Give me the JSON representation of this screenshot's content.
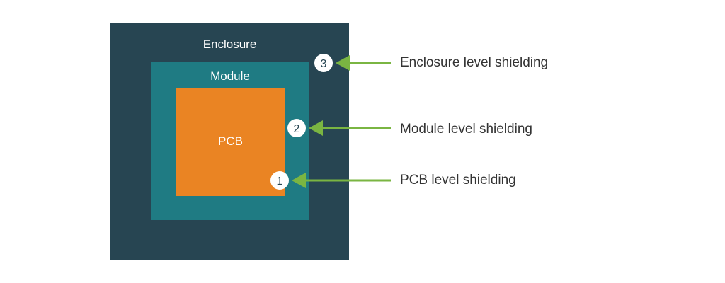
{
  "diagram": {
    "layers": {
      "enclosure": {
        "label": "Enclosure",
        "color": "#274552"
      },
      "module": {
        "label": "Module",
        "color": "#1f7b83"
      },
      "pcb": {
        "label": "PCB",
        "color": "#ea8423"
      }
    },
    "callouts": [
      {
        "number": "3",
        "text": "Enclosure level shielding"
      },
      {
        "number": "2",
        "text": "Module level shielding"
      },
      {
        "number": "1",
        "text": "PCB level shielding"
      }
    ],
    "arrow_color": "#7ab542",
    "badge_fill": "#ffffff",
    "badge_text_color": "#274552"
  }
}
